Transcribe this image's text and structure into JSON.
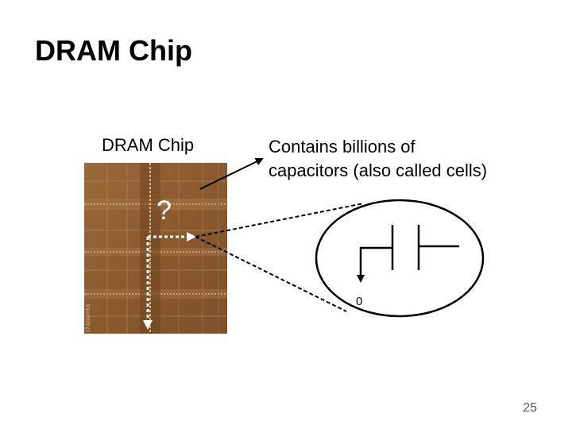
{
  "slide": {
    "title": "DRAM Chip",
    "chip_label": "DRAM Chip",
    "description_lines": [
      "Contains billions of",
      "capacitors (also called cells)"
    ],
    "question_mark": "?",
    "cell_value": "0",
    "die_watermark": "chipworks",
    "page_number": "25"
  },
  "colors": {
    "die_base": "#8a5a2e",
    "die_line": "#c9a878",
    "text": "#000000",
    "page_number": "#595959",
    "arrow": "#ffffff"
  }
}
